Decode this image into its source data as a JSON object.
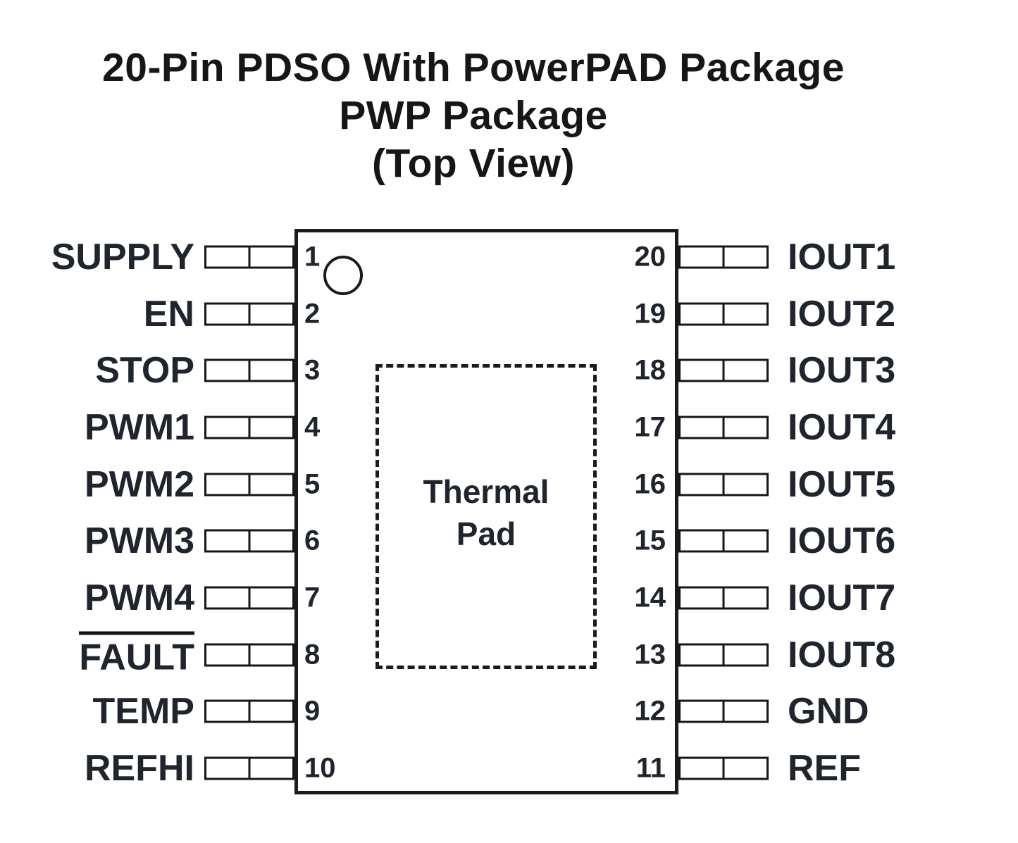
{
  "title": {
    "lines": [
      "20-Pin PDSO With PowerPAD Package",
      "PWP Package",
      "(Top View)"
    ]
  },
  "chip": {
    "thermal_pad": {
      "line1": "Thermal",
      "line2": "Pad"
    },
    "pin1_indicator": "pin1-index-circle",
    "left_pins": [
      {
        "number": "1",
        "label": "SUPPLY",
        "overline": false
      },
      {
        "number": "2",
        "label": "EN",
        "overline": false
      },
      {
        "number": "3",
        "label": "STOP",
        "overline": false
      },
      {
        "number": "4",
        "label": "PWM1",
        "overline": false
      },
      {
        "number": "5",
        "label": "PWM2",
        "overline": false
      },
      {
        "number": "6",
        "label": "PWM3",
        "overline": false
      },
      {
        "number": "7",
        "label": "PWM4",
        "overline": false
      },
      {
        "number": "8",
        "label": "FAULT",
        "overline": true
      },
      {
        "number": "9",
        "label": "TEMP",
        "overline": false
      },
      {
        "number": "10",
        "label": "REFHI",
        "overline": false
      }
    ],
    "right_pins": [
      {
        "number": "20",
        "label": "IOUT1",
        "overline": false
      },
      {
        "number": "19",
        "label": "IOUT2",
        "overline": false
      },
      {
        "number": "18",
        "label": "IOUT3",
        "overline": false
      },
      {
        "number": "17",
        "label": "IOUT4",
        "overline": false
      },
      {
        "number": "16",
        "label": "IOUT5",
        "overline": false
      },
      {
        "number": "15",
        "label": "IOUT6",
        "overline": false
      },
      {
        "number": "14",
        "label": "IOUT7",
        "overline": false
      },
      {
        "number": "13",
        "label": "IOUT8",
        "overline": false
      },
      {
        "number": "12",
        "label": "GND",
        "overline": false
      },
      {
        "number": "11",
        "label": "REF",
        "overline": false
      }
    ]
  },
  "colors": {
    "ink": "#1b1b1b",
    "background": "#ffffff"
  }
}
